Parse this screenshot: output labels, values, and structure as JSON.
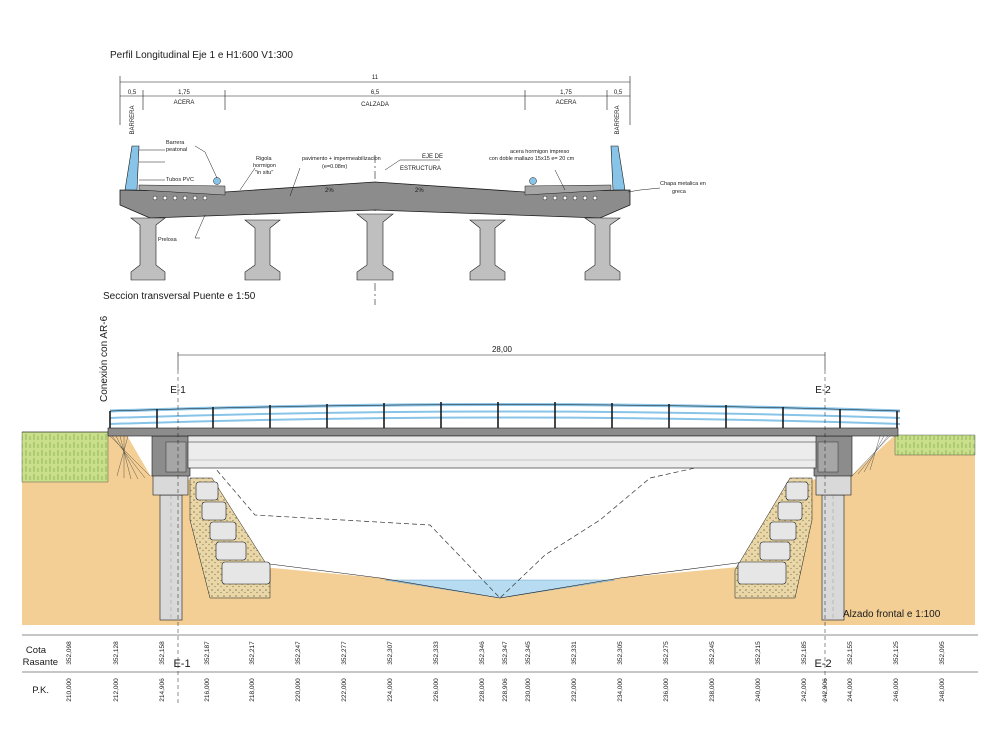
{
  "titles": {
    "profile": "Perfil Longitudinal Eje 1 e H1:600 V1:300",
    "section": "Seccion transversal Puente e 1:50",
    "connection": "Conexión con AR-6",
    "elevation": "Alzado frontal e 1:100"
  },
  "section_dims": {
    "total": "11",
    "barrier_left": "0,5",
    "sidewalk_left": "1,75",
    "road": "6,5",
    "sidewalk_right": "1,75",
    "barrier_right": "0,5",
    "lbl_sidewalk_left": "ACERA",
    "lbl_road": "CALZADA",
    "lbl_sidewalk_right": "ACERA",
    "lbl_barrier_left": "BARRERA",
    "lbl_barrier_right": "BARRERA"
  },
  "section_notes": {
    "barrera_1": "Barrera",
    "barrera_2": "peatonal",
    "tubos": "Tubos PVC",
    "rigola_1": "Rigola",
    "rigola_2": "hormigon",
    "rigola_3": "\"in situ\"",
    "pav_1": "pavimento + impermeabilizacion",
    "pav_2": "(e=0.08m)",
    "eje_1": "EJE DE",
    "eje_2": "ESTRUCTURA",
    "acera_1": "acera hormigon impreso",
    "acera_2": "con doble mallazo 15x15 e= 20 cm",
    "chapa_1": "Chapa metalica en",
    "chapa_2": "greca",
    "prelosa": "Prelosa",
    "slope_left": "2%",
    "slope_right": "2%"
  },
  "elevation": {
    "span": "28,00",
    "abutment_left": "E-1",
    "abutment_right": "E-2"
  },
  "table": {
    "row1_label_1": "Cota",
    "row1_label_2": "Rasante",
    "row2_label": "P.K.",
    "marker_left": "E-1",
    "marker_right": "E-2",
    "cota": [
      "352,098",
      "352,128",
      "352,158",
      "352,187",
      "352,217",
      "352,247",
      "352,277",
      "352,307",
      "352,333",
      "352,346",
      "352,347",
      "352,345",
      "352,331",
      "352,305",
      "352,275",
      "352,245",
      "352,215",
      "352,185",
      "352,155",
      "352,125",
      "352,095"
    ],
    "pk": [
      "210,000",
      "212,000",
      "214,906",
      "216,000",
      "218,000",
      "220,000",
      "222,000",
      "224,000",
      "226,000",
      "228,000",
      "228,906",
      "230,000",
      "232,000",
      "234,000",
      "236,000",
      "238,000",
      "240,000",
      "242,000",
      "242,906",
      "244,000",
      "246,000",
      "248,000"
    ]
  },
  "colors": {
    "concrete": "#8c8c8c",
    "concrete_light": "#d9d9d9",
    "sky_blue": "#88c4e8",
    "water": "#b7dcf2",
    "soil": "#f3cf95",
    "grass": "#c9df8a",
    "line": "#1a1a1a"
  }
}
